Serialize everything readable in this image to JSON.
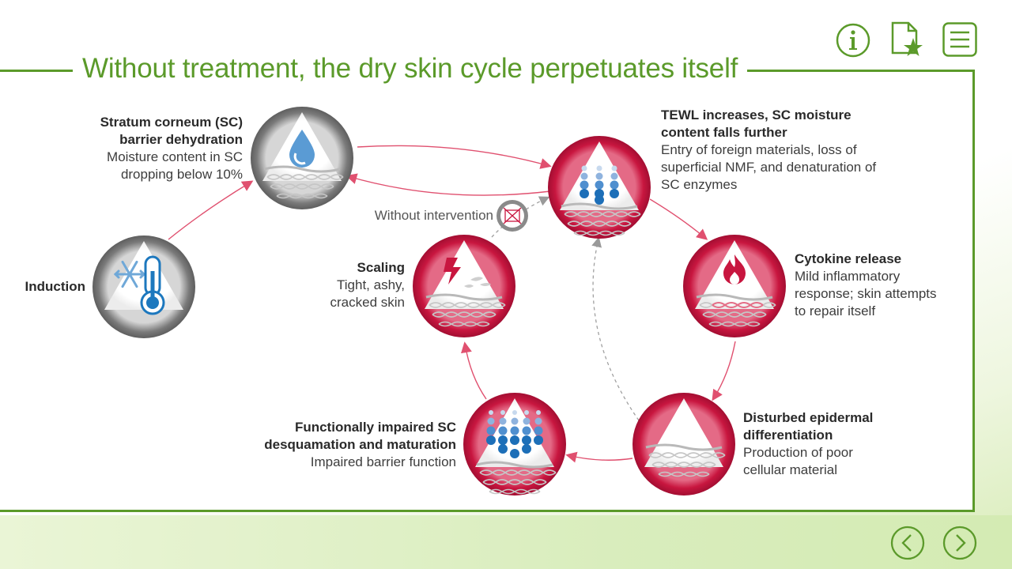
{
  "title": "Without treatment, the dry skin cycle perpetuates itself",
  "colors": {
    "accent": "#5b9a2a",
    "crimson": "#c8163f",
    "gray_ring": "#8a8a8a",
    "blue": "#1d78be"
  },
  "toolbar": {
    "icons": [
      "info-icon",
      "document-star-icon",
      "menu-icon"
    ]
  },
  "nav": {
    "icons": [
      "chevron-left-icon",
      "chevron-right-icon"
    ]
  },
  "nodes": {
    "induction": {
      "title": "Induction",
      "icon": "snowflake-thermometer-icon"
    },
    "dehydration": {
      "title_1": "Stratum corneum (SC)",
      "title_2": "barrier dehydration",
      "desc_1": "Moisture content in SC",
      "desc_2": "dropping below 10%",
      "icon": "water-drop-icon"
    },
    "tewl": {
      "title_1": "TEWL increases, SC moisture",
      "title_2": "content falls further",
      "desc_1": "Entry of foreign materials, loss of",
      "desc_2": "superficial NMF, and denaturation of",
      "desc_3": "SC enzymes",
      "icon": "moisture-dots-icon"
    },
    "cytokine": {
      "title": "Cytokine release",
      "desc_1": "Mild inflammatory",
      "desc_2": "response; skin attempts",
      "desc_3": "to repair itself",
      "icon": "flame-icon"
    },
    "disturbed": {
      "title_1": "Disturbed epidermal",
      "title_2": "differentiation",
      "desc_1": "Production of poor",
      "desc_2": "cellular material",
      "icon": "skin-layers-icon"
    },
    "impaired": {
      "title_1": "Functionally impaired SC",
      "title_2": "desquamation and maturation",
      "desc_1": "Impaired barrier function",
      "icon": "moisture-dots-icon"
    },
    "scaling": {
      "title": "Scaling",
      "desc_1": "Tight, ashy,",
      "desc_2": "cracked skin",
      "icon": "lightning-icon"
    }
  },
  "without_intervention": {
    "label": "Without intervention",
    "icon": "crossed-box-icon"
  }
}
